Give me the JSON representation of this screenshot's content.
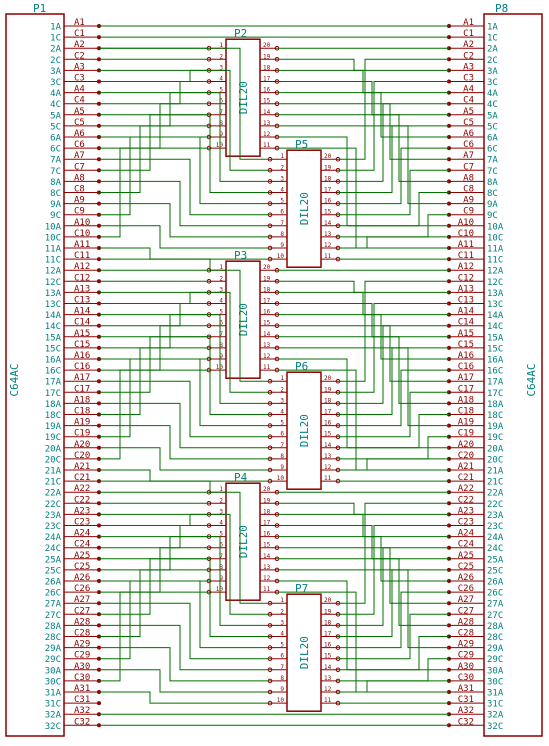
{
  "colors": {
    "background": "#ffffff",
    "body": "#8b0000",
    "pin": "#8b0000",
    "wire": "#007000",
    "ref_text": "#008080",
    "net_label": "#008080",
    "pin_name": "#8b0000",
    "pin_number": "#8b0000",
    "junction": "#007000"
  },
  "connectors": [
    {
      "ref": "P1",
      "value": "C64AC",
      "side": "left"
    },
    {
      "ref": "P8",
      "value": "C64AC",
      "side": "right"
    }
  ],
  "connector_pins": [
    "1A",
    "1C",
    "2A",
    "2C",
    "3A",
    "3C",
    "4A",
    "4C",
    "5A",
    "5C",
    "6A",
    "6C",
    "7A",
    "7C",
    "8A",
    "8C",
    "9A",
    "9C",
    "10A",
    "10C",
    "11A",
    "11C",
    "12A",
    "12C",
    "13A",
    "13C",
    "14A",
    "14C",
    "15A",
    "15C",
    "16A",
    "16C",
    "17A",
    "17C",
    "18A",
    "18C",
    "19A",
    "19C",
    "20A",
    "20C",
    "21A",
    "21C",
    "22A",
    "22C",
    "23A",
    "23C",
    "24A",
    "24C",
    "25A",
    "25C",
    "26A",
    "26C",
    "27A",
    "27C",
    "28A",
    "28C",
    "29A",
    "29C",
    "30A",
    "30C",
    "31A",
    "31C",
    "32A",
    "32C"
  ],
  "net_labels": [
    "A1",
    "C1",
    "A2",
    "C2",
    "A3",
    "C3",
    "A4",
    "C4",
    "A5",
    "C5",
    "A6",
    "C6",
    "A7",
    "C7",
    "A8",
    "C8",
    "A9",
    "C9",
    "A10",
    "C10",
    "A11",
    "C11",
    "A12",
    "C12",
    "A13",
    "C13",
    "A14",
    "C14",
    "A15",
    "C15",
    "A16",
    "C16",
    "A17",
    "C17",
    "A18",
    "C18",
    "A19",
    "C19",
    "A20",
    "C20",
    "A21",
    "C21",
    "A22",
    "C22",
    "A23",
    "C23",
    "A24",
    "C24",
    "A25",
    "C25",
    "A26",
    "C26",
    "A27",
    "C27",
    "A28",
    "C28",
    "A29",
    "C29",
    "A30",
    "C30",
    "A31",
    "C31",
    "A32",
    "C32"
  ],
  "dips": [
    {
      "ref": "P2",
      "value": "DIL20",
      "column": "left",
      "first_row": 2
    },
    {
      "ref": "P5",
      "value": "DIL20",
      "column": "right",
      "first_row": 12
    },
    {
      "ref": "P3",
      "value": "DIL20",
      "column": "left",
      "first_row": 22
    },
    {
      "ref": "P6",
      "value": "DIL20",
      "column": "right",
      "first_row": 32
    },
    {
      "ref": "P4",
      "value": "DIL20",
      "column": "left",
      "first_row": 42
    },
    {
      "ref": "P7",
      "value": "DIL20",
      "column": "right",
      "first_row": 52
    }
  ],
  "dip_pins": {
    "left_side": [
      "1",
      "2",
      "3",
      "4",
      "5",
      "6",
      "7",
      "8",
      "9",
      "10"
    ],
    "right_side": [
      "20",
      "19",
      "18",
      "17",
      "16",
      "15",
      "14",
      "13",
      "12",
      "11"
    ]
  }
}
